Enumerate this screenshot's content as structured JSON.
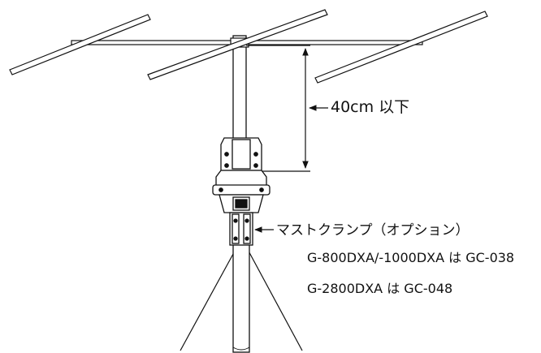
{
  "labels": {
    "height_limit": "40cm 以下",
    "clamp": "マストクランプ（オプション）",
    "note_line1": "G-800DXA/-1000DXA は GC-038",
    "note_line2": "G-2800DXA は GC-048"
  }
}
